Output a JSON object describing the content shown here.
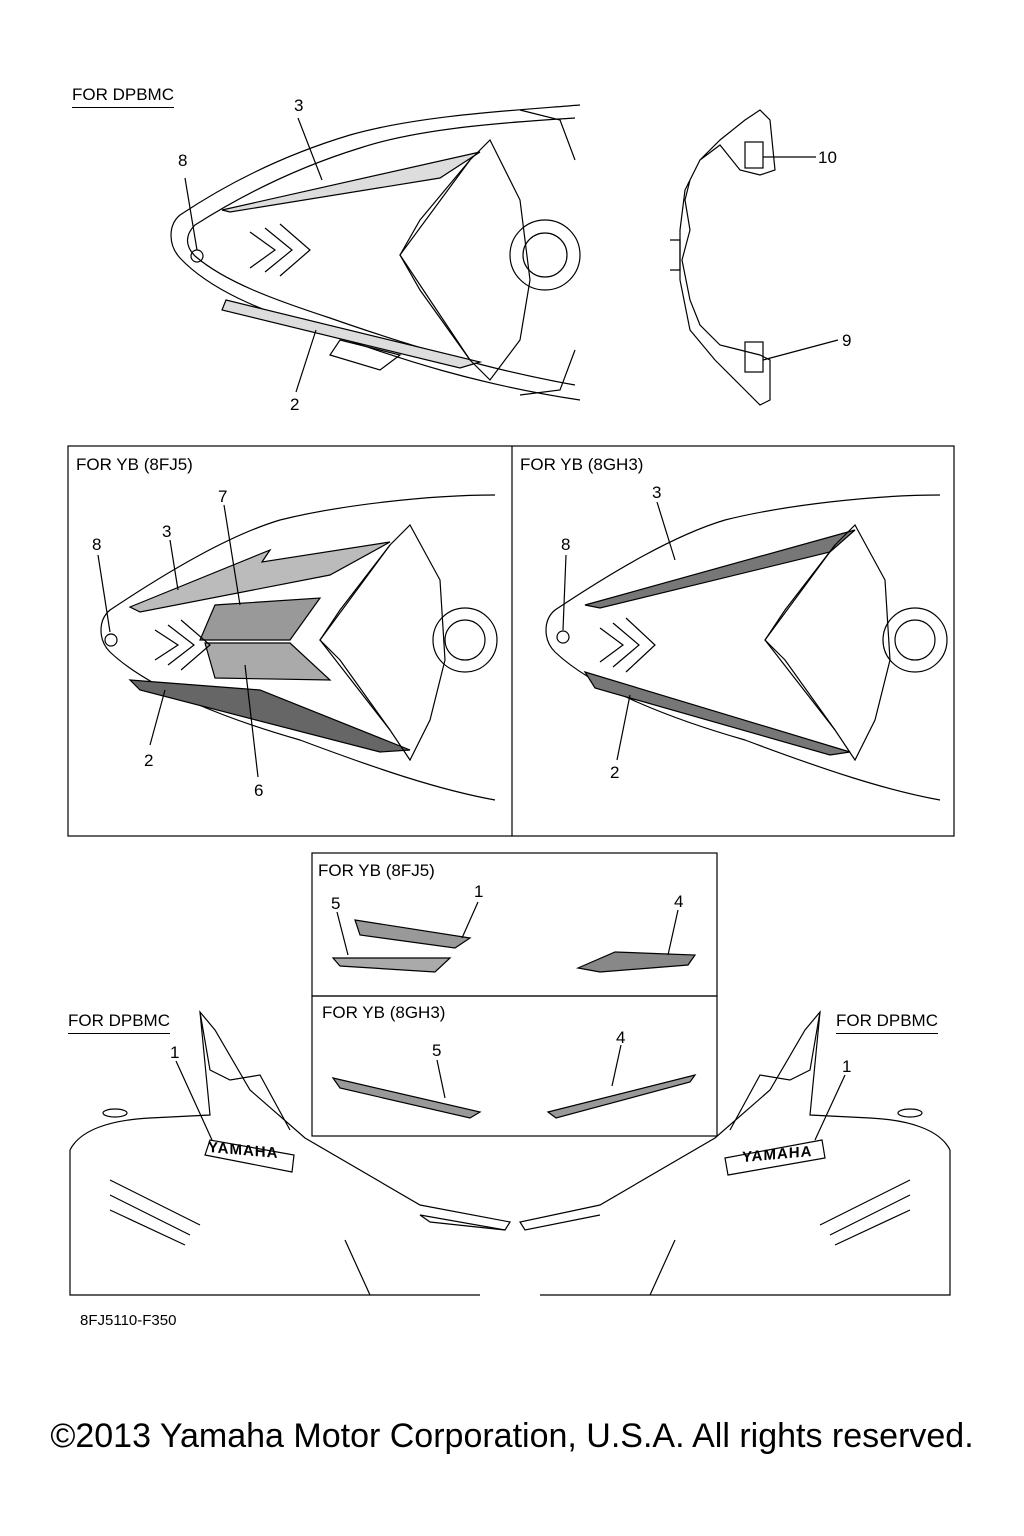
{
  "sections": {
    "top_left": "FOR DPBMC",
    "mid_left_box": "FOR YB (8FJ5)",
    "mid_right_box": "FOR YB (8GH3)",
    "small_box_top": "FOR YB (8FJ5)",
    "small_box_bottom": "FOR YB (8GH3)",
    "bottom_left": "FOR DPBMC",
    "bottom_right": "FOR DPBMC"
  },
  "callouts": {
    "top": [
      "3",
      "8",
      "2",
      "10",
      "9"
    ],
    "mid_left": [
      "7",
      "3",
      "8",
      "2",
      "6"
    ],
    "mid_right": [
      "3",
      "8",
      "2"
    ],
    "small_top": [
      "1",
      "5",
      "4"
    ],
    "small_bottom": [
      "5",
      "4"
    ],
    "bottom_left": [
      "1"
    ],
    "bottom_right": [
      "1"
    ]
  },
  "logo_text": "YAMAHA",
  "drawing_code": "8FJ5110-F350",
  "copyright": "©2013 Yamaha Motor Corporation, U.S.A. All rights reserved."
}
